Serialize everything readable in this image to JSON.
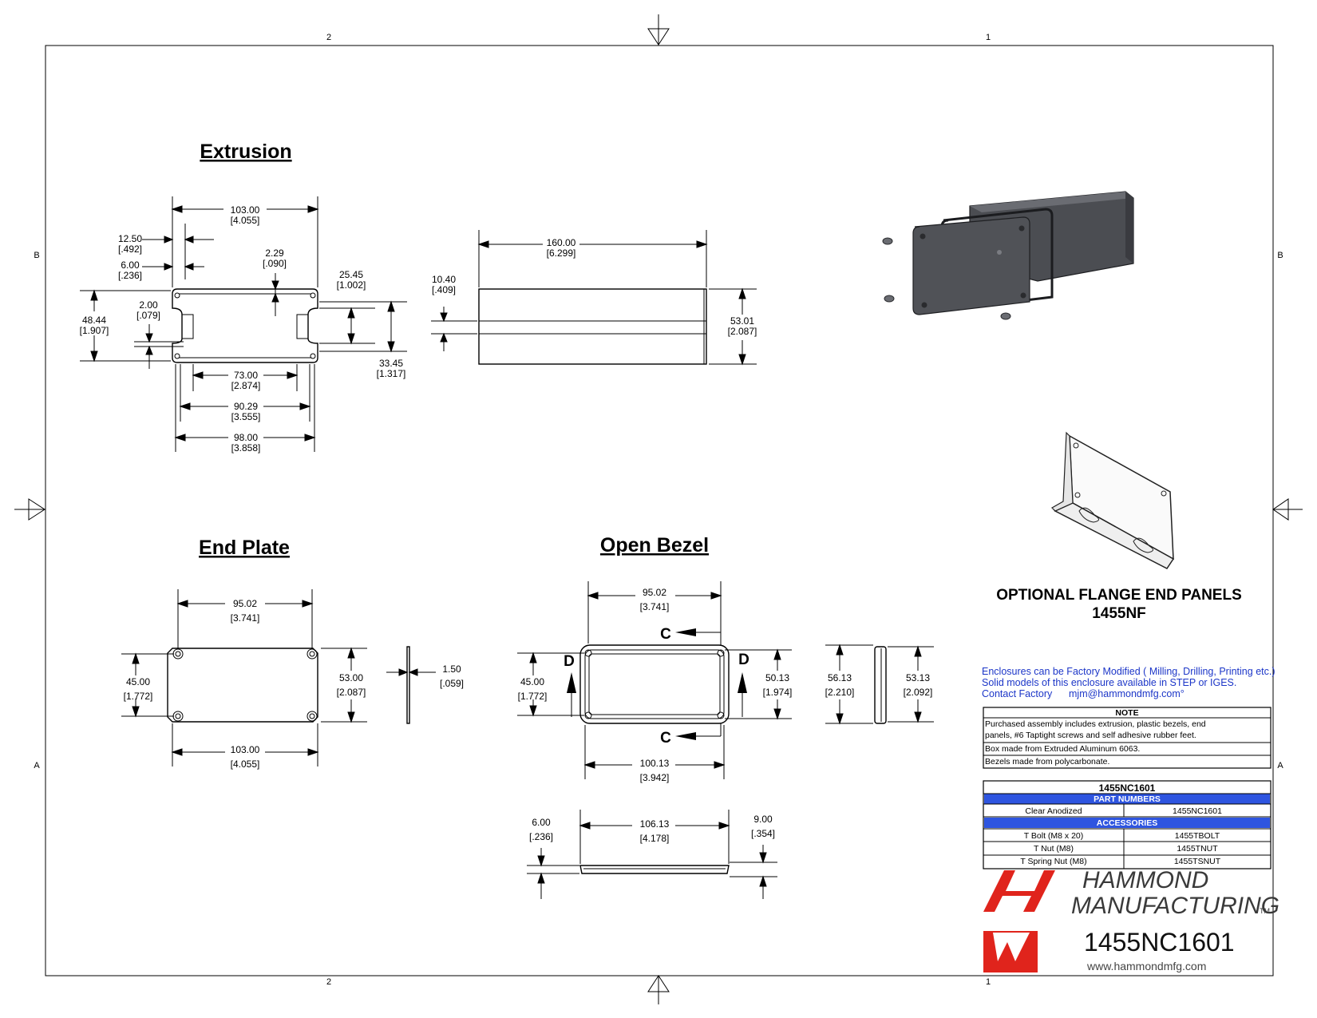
{
  "zones": {
    "top_left": "2",
    "top_right": "1",
    "bottom_left": "2",
    "bottom_right": "1",
    "left_upper": "B",
    "left_lower": "A",
    "right_upper": "B",
    "right_lower": "A"
  },
  "sections": {
    "extrusion": "Extrusion",
    "end_plate": "End Plate",
    "open_bezel": "Open Bezel"
  },
  "extrusion_dims": {
    "width_top": [
      "103.00",
      "[4.055]"
    ],
    "slot_outer": [
      "12.50",
      "[.492]"
    ],
    "slot_inner": [
      "6.00",
      "[.236]"
    ],
    "wall": [
      "2.29",
      "[.090]"
    ],
    "height_total": [
      "48.44",
      "[1.907]"
    ],
    "slot_gap": [
      "2.00",
      "[.079]"
    ],
    "rail_height": [
      "25.45",
      "[1.002]"
    ],
    "inner_height": [
      "33.45",
      "[1.317]"
    ],
    "inner_width": [
      "73.00",
      "[2.874]"
    ],
    "mid_width": [
      "90.29",
      "[3.555]"
    ],
    "base_width": [
      "98.00",
      "[3.858]"
    ]
  },
  "side_dims": {
    "length": [
      "160.00",
      "[6.299]"
    ],
    "rail": [
      "10.40",
      "[.409]"
    ],
    "height": [
      "53.01",
      "[2.087]"
    ]
  },
  "end_plate_dims": {
    "hole_x": [
      "95.02",
      "[3.741]"
    ],
    "hole_y": [
      "45.00",
      "[1.772]"
    ],
    "height": [
      "53.00",
      "[2.087]"
    ],
    "thickness": [
      "1.50",
      "[.059]"
    ],
    "width": [
      "103.00",
      "[4.055]"
    ]
  },
  "bezel_dims": {
    "hole_x": [
      "95.02",
      "[3.741]"
    ],
    "hole_y": [
      "45.00",
      "[1.772]"
    ],
    "inner_h": [
      "50.13",
      "[1.974]"
    ],
    "width": [
      "100.13",
      "[3.942]"
    ],
    "side_outer": [
      "56.13",
      "[2.210]"
    ],
    "side_inner": [
      "53.13",
      "[2.092]"
    ],
    "depth_left": [
      "6.00",
      "[.236]"
    ],
    "bottom_width": [
      "106.13",
      "[4.178]"
    ],
    "depth_right": [
      "9.00",
      "[.354]"
    ]
  },
  "section_marks": {
    "c": "C",
    "d": "D"
  },
  "flange": {
    "line1": "OPTIONAL FLANGE END PANELS",
    "line2": "1455NF"
  },
  "info": {
    "line1": "Enclosures can be Factory Modified ( Milling, Drilling, Printing etc.)",
    "line2": "Solid models of this enclosure available in STEP or IGES.",
    "contact_label": "Contact Factory",
    "contact_email": "mjm@hammondmfg.com°"
  },
  "notes": {
    "header": "NOTE",
    "rows": [
      "Purchased assembly includes extrusion, plastic bezels, end",
      "panels, #6 Taptight screws and self adhesive rubber feet.",
      "Box made from Extruded Aluminum 6063.",
      "Bezels made from polycarbonate."
    ]
  },
  "parts_table": {
    "title": "1455NC1601",
    "part_header": "PART NUMBERS",
    "parts": [
      {
        "name": "Clear Anodized",
        "number": "1455NC1601"
      }
    ],
    "acc_header": "ACCESSORIES",
    "accessories": [
      {
        "name": "T Bolt (M8 x 20)",
        "number": "1455TBOLT"
      },
      {
        "name": "T Nut (M8)",
        "number": "1455TNUT"
      },
      {
        "name": "T Spring Nut (M8)",
        "number": "1455TSNUT"
      }
    ]
  },
  "brand": {
    "line1": "HAMMOND",
    "line2": "MANUFACTURING",
    "tm": "TM",
    "part": "1455NC1601",
    "url": "www.hammondmfg.com"
  },
  "colors": {
    "brand_red": "#e0241c",
    "table_blue": "#2e55e0",
    "info_blue": "#1c36c8"
  }
}
